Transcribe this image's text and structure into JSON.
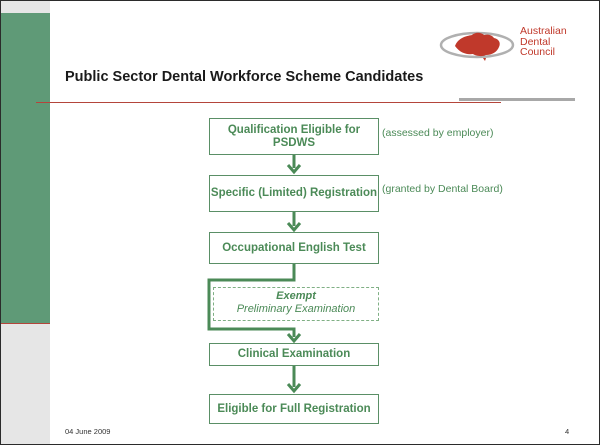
{
  "title": "Public Sector Dental Workforce Scheme Candidates",
  "logo": {
    "lines": [
      "Australian",
      "Dental",
      "Council"
    ],
    "icon": "australia-map-icon"
  },
  "flow": {
    "step1": "Qualification Eligible for PSDWS",
    "note1": "(assessed by employer)",
    "step2": "Specific (Limited) Registration",
    "note2": "(granted by Dental Board)",
    "step3": "Occupational English Test",
    "exempt_label": "Exempt",
    "step4": "Preliminary Examination",
    "step5": "Clinical Examination",
    "step6": "Eligible for Full Registration"
  },
  "footer": {
    "date": "04 June 2009",
    "page": "4"
  },
  "colors": {
    "accent_green": "#5f9a77",
    "flow_green": "#4b8a57",
    "red_rule": "#b4453b",
    "logo_red": "#c0392b"
  }
}
